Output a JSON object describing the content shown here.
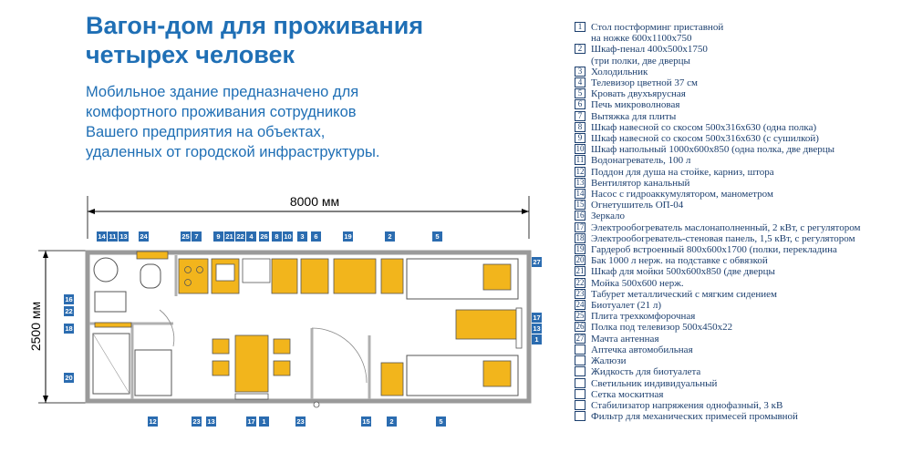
{
  "header": {
    "title_line1": "Вагон-дом для проживания",
    "title_line2": "четырех человек",
    "intro_line1": "Мобильное здание предназначено для",
    "intro_line2": "комфортного проживания сотрудников",
    "intro_line3": "Вашего предприятия на объектах,",
    "intro_line4": "удаленных от городской инфраструктуры."
  },
  "plan": {
    "length_label": "8000 мм",
    "width_label": "2500 мм",
    "colors": {
      "furniture": "#f2b51c",
      "wall": "#c8c8c8",
      "tag": "#2b6cb0"
    },
    "tags_top": [
      "14",
      "11",
      "13",
      "24",
      "25",
      "7",
      "9",
      "21",
      "22",
      "4",
      "26",
      "8",
      "10",
      "3",
      "6",
      "19",
      "2",
      "5"
    ],
    "tags_bottom": [
      "12",
      "23",
      "13",
      "17",
      "1",
      "23",
      "15",
      "2",
      "5"
    ],
    "tags_left": [
      "16",
      "22",
      "18",
      "20"
    ],
    "tags_right": [
      "27",
      "17",
      "13",
      "1"
    ]
  },
  "legend": [
    {
      "num": "1",
      "text": "Стол постформинг приставной\nна ножке 600x1100x750"
    },
    {
      "num": "2",
      "text": "Шкаф-пенал 400x500x1750\n(три полки, две дверцы"
    },
    {
      "num": "3",
      "text": "Холодильник"
    },
    {
      "num": "4",
      "text": "Телевизор цветной 37 см"
    },
    {
      "num": "5",
      "text": "Кровать двухъярусная"
    },
    {
      "num": "6",
      "text": "Печь микроволновая"
    },
    {
      "num": "7",
      "text": "Вытяжка для плиты"
    },
    {
      "num": "8",
      "text": "Шкаф навесной со скосом 500x316x630 (одна полка)"
    },
    {
      "num": "9",
      "text": "Шкаф навесной со скосом 500x316x630 (с сушилкой)"
    },
    {
      "num": "10",
      "text": "Шкаф напольный 1000x600x850 (одна полка, две дверцы"
    },
    {
      "num": "11",
      "text": "Водонагреватель, 100 л"
    },
    {
      "num": "12",
      "text": "Поддон для душа на стойке, карниз, штора"
    },
    {
      "num": "13",
      "text": "Вентилятор канальный"
    },
    {
      "num": "14",
      "text": "Насос с гидроаккумулятором, манометром"
    },
    {
      "num": "15",
      "text": "Огнетушитель ОП-04"
    },
    {
      "num": "16",
      "text": "Зеркало"
    },
    {
      "num": "17",
      "text": "Электрообогреватель маслонаполненный, 2 кВт, с регулятором"
    },
    {
      "num": "18",
      "text": "Электрообогреватель-стеновая панель, 1,5 кВт, с регулятором"
    },
    {
      "num": "19",
      "text": "Гардероб встроенный 800x600x1700 (полки, перекладина"
    },
    {
      "num": "20",
      "text": "Бак 1000 л нерж. на подставке с обвязкой"
    },
    {
      "num": "21",
      "text": "Шкаф для мойки 500x600x850 (две дверцы"
    },
    {
      "num": "22",
      "text": "Мойка 500x600 нерж."
    },
    {
      "num": "23",
      "text": "Табурет металлический с мягким сидением"
    },
    {
      "num": "24",
      "text": "Биотуалет (21 л)"
    },
    {
      "num": "25",
      "text": "Плита трехкомфорочная"
    },
    {
      "num": "26",
      "text": "Полка под телевизор 500x450x22"
    },
    {
      "num": "27",
      "text": "Мачта антенная"
    },
    {
      "num": "",
      "text": "Аптечка автомобильная"
    },
    {
      "num": "",
      "text": "Жалюзи"
    },
    {
      "num": "",
      "text": "Жидкость для биотуалета"
    },
    {
      "num": "",
      "text": "Светильник индивидуальный"
    },
    {
      "num": "",
      "text": "Сетка москитная"
    },
    {
      "num": "",
      "text": "Стабилизатор напряжения однофазный, 3 кВ"
    },
    {
      "num": "",
      "text": "Фильтр для механических примесей промывной"
    }
  ]
}
